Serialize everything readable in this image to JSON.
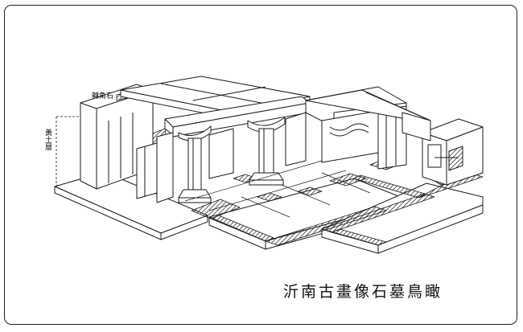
{
  "title": "沂南古畫像石墓鳥瞰",
  "labels": {
    "corner_stone": "轉角石",
    "side_label": "黃土層"
  },
  "colors": {
    "line": "#1a1a1a",
    "hatch": "#333333",
    "background": "#ffffff"
  }
}
